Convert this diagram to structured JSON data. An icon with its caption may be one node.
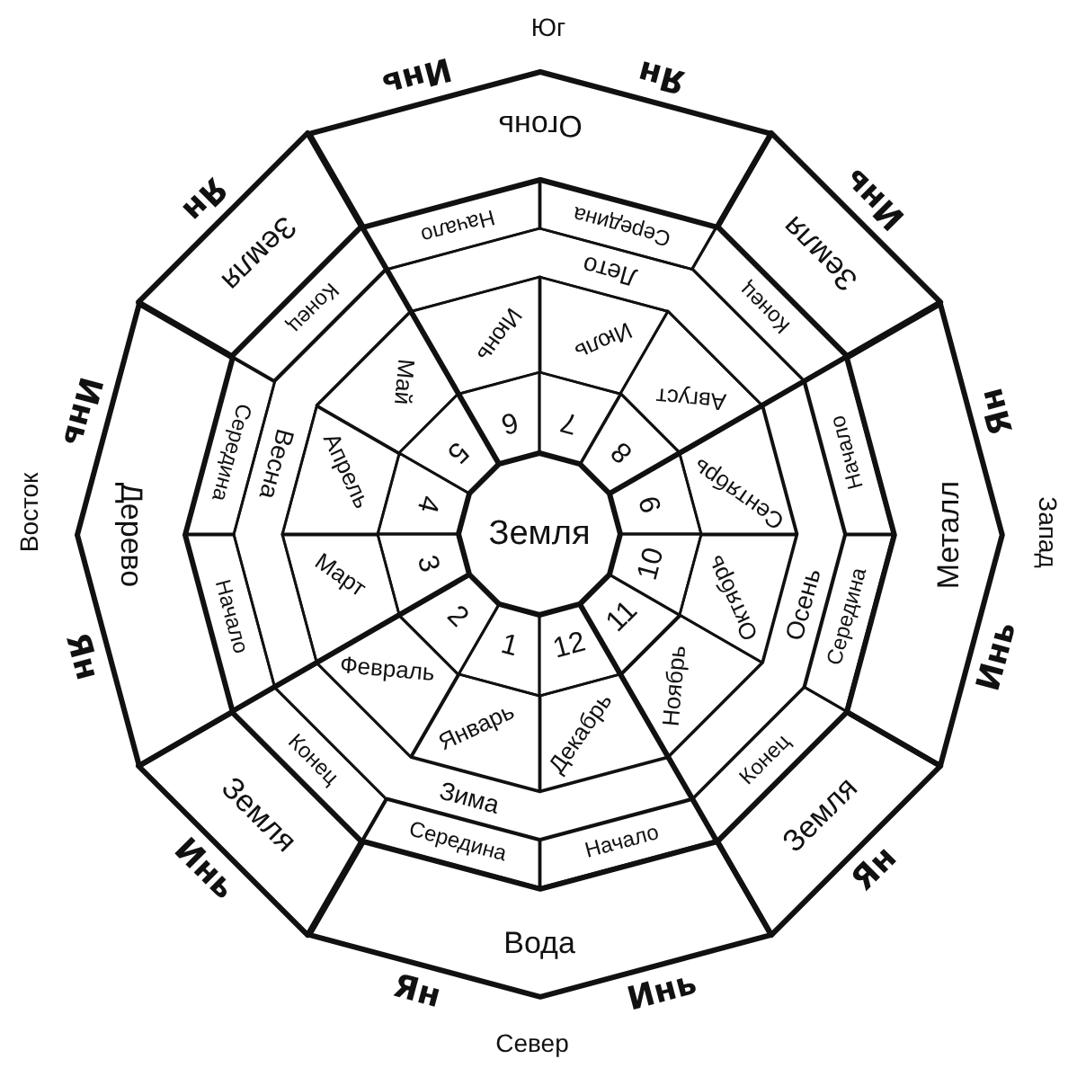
{
  "diagram": {
    "nodes": [
      {
        "text": [
          "Земля"
        ]
      },
      {
        "text": [
          "1"
        ]
      },
      {
        "text": [
          "2"
        ]
      },
      {
        "text": [
          "3"
        ]
      },
      {
        "text": [
          "4"
        ]
      },
      {
        "text": [
          "5"
        ]
      },
      {
        "text": [
          "6"
        ]
      },
      {
        "text": [
          "7"
        ]
      },
      {
        "text": [
          "8"
        ]
      },
      {
        "text": [
          "9"
        ]
      },
      {
        "text": [
          "10"
        ]
      },
      {
        "text": [
          "11"
        ]
      },
      {
        "text": [
          "12"
        ]
      },
      {
        "text": [
          "Январь"
        ]
      },
      {
        "text": [
          "Февраль"
        ]
      },
      {
        "text": [
          "Март"
        ]
      },
      {
        "text": [
          "Апрель"
        ]
      },
      {
        "text": [
          "Май"
        ]
      },
      {
        "text": [
          "Июнь"
        ]
      },
      {
        "text": [
          "Июль"
        ]
      },
      {
        "text": [
          "Август"
        ]
      },
      {
        "text": [
          "Сентябрь"
        ]
      },
      {
        "text": [
          "Октябрь"
        ]
      },
      {
        "text": [
          "Ноябрь"
        ]
      },
      {
        "text": [
          "Декабрь"
        ]
      },
      {
        "text": [
          "Зима"
        ]
      },
      {
        "text": [
          "Весна"
        ]
      },
      {
        "text": [
          "Лето"
        ]
      },
      {
        "text": [
          "Осень"
        ]
      },
      {
        "text": [
          "Середина"
        ]
      },
      {
        "text": [
          "Конец"
        ]
      },
      {
        "text": [
          "Начало"
        ]
      },
      {
        "text": [
          "Середина"
        ]
      },
      {
        "text": [
          "Конец"
        ]
      },
      {
        "text": [
          "Начало"
        ]
      },
      {
        "text": [
          "Середина"
        ]
      },
      {
        "text": [
          "Конец"
        ]
      },
      {
        "text": [
          "Начало"
        ]
      },
      {
        "text": [
          "Середина"
        ]
      },
      {
        "text": [
          "Конец"
        ]
      },
      {
        "text": [
          "Начало"
        ]
      },
      {
        "text": [
          "Вода"
        ]
      },
      {
        "text": [
          "Земля"
        ]
      },
      {
        "text": [
          "Дерево"
        ]
      },
      {
        "text": [
          "Земля"
        ]
      },
      {
        "text": [
          "Огонь"
        ]
      },
      {
        "text": [
          "Земля"
        ]
      },
      {
        "text": [
          "Металл"
        ]
      },
      {
        "text": [
          "Земля"
        ]
      }
    ],
    "labels": [
      "Юг",
      "Инь",
      "Ян",
      "Ян",
      "Инь",
      "Инь",
      "Ян",
      "Восток",
      "Запад",
      "Ян",
      "Инь",
      "Инь",
      "Ян",
      "Ян",
      "Инь",
      "Север"
    ]
  }
}
